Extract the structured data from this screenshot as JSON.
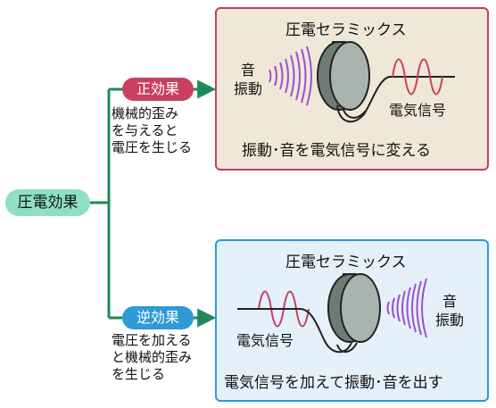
{
  "root": {
    "label": "圧電効果"
  },
  "direct": {
    "label": "正効果",
    "description": "機械的歪み\nを与えると\n電圧を生じる",
    "panel": {
      "title": "圧電セラミックス",
      "sound_label": "音\n振動",
      "signal_label": "電気信号",
      "caption": "振動･音を電気信号に変える"
    }
  },
  "converse": {
    "label": "逆効果",
    "description": "電圧を加える\nと機械的歪み\nを生じる",
    "panel": {
      "title": "圧電セラミックス",
      "sound_label": "音\n振動",
      "signal_label": "電気信号",
      "caption": "電気信号を加えて振動･音を出す"
    }
  },
  "colors": {
    "direct_accent": "#c9405e",
    "converse_accent": "#2f9ad5",
    "connector": "#1e8a5a",
    "root_fill": "#8fe0c2",
    "wave_red": "#c9405e",
    "sound_purple": "#9b4fd0",
    "ceramic": "#8a958f"
  }
}
